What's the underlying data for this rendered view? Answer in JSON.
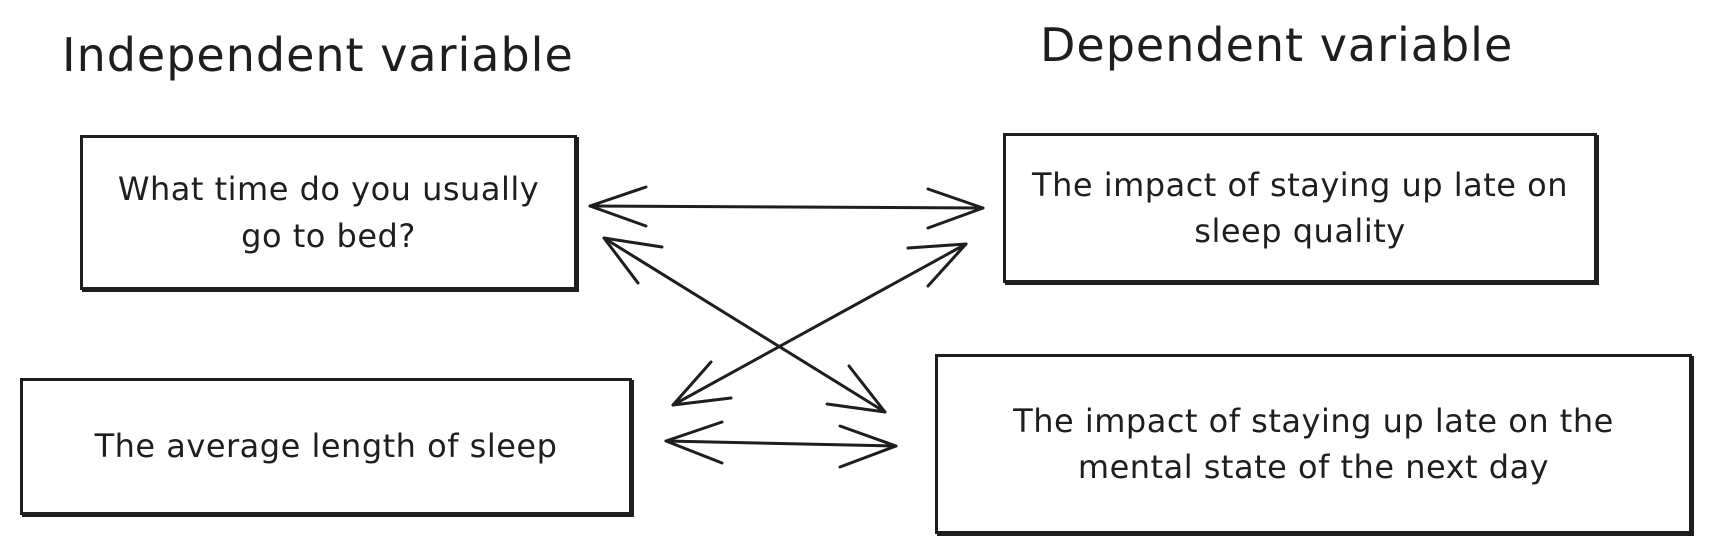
{
  "headings": {
    "independent": "Independent variable",
    "dependent": "Dependent variable"
  },
  "independent_variables": [
    {
      "label": "What time do you usually go to bed?"
    },
    {
      "label": "The average length of sleep"
    }
  ],
  "dependent_variables": [
    {
      "label": "The impact of staying up late on sleep quality"
    },
    {
      "label": "The impact of staying up late on the mental state of the next day"
    }
  ],
  "connections": [
    {
      "from": "What time do you usually go to bed?",
      "to": "The impact of staying up late on sleep quality",
      "direction": "bidirectional"
    },
    {
      "from": "What time do you usually go to bed?",
      "to": "The impact of staying up late on the mental state of the next day",
      "direction": "bidirectional"
    },
    {
      "from": "The average length of sleep",
      "to": "The impact of staying up late on sleep quality",
      "direction": "bidirectional"
    },
    {
      "from": "The average length of sleep",
      "to": "The impact of staying up late on the mental state of the next day",
      "direction": "bidirectional"
    }
  ],
  "colors": {
    "stroke": "#1e1e1e",
    "background": "#ffffff"
  }
}
